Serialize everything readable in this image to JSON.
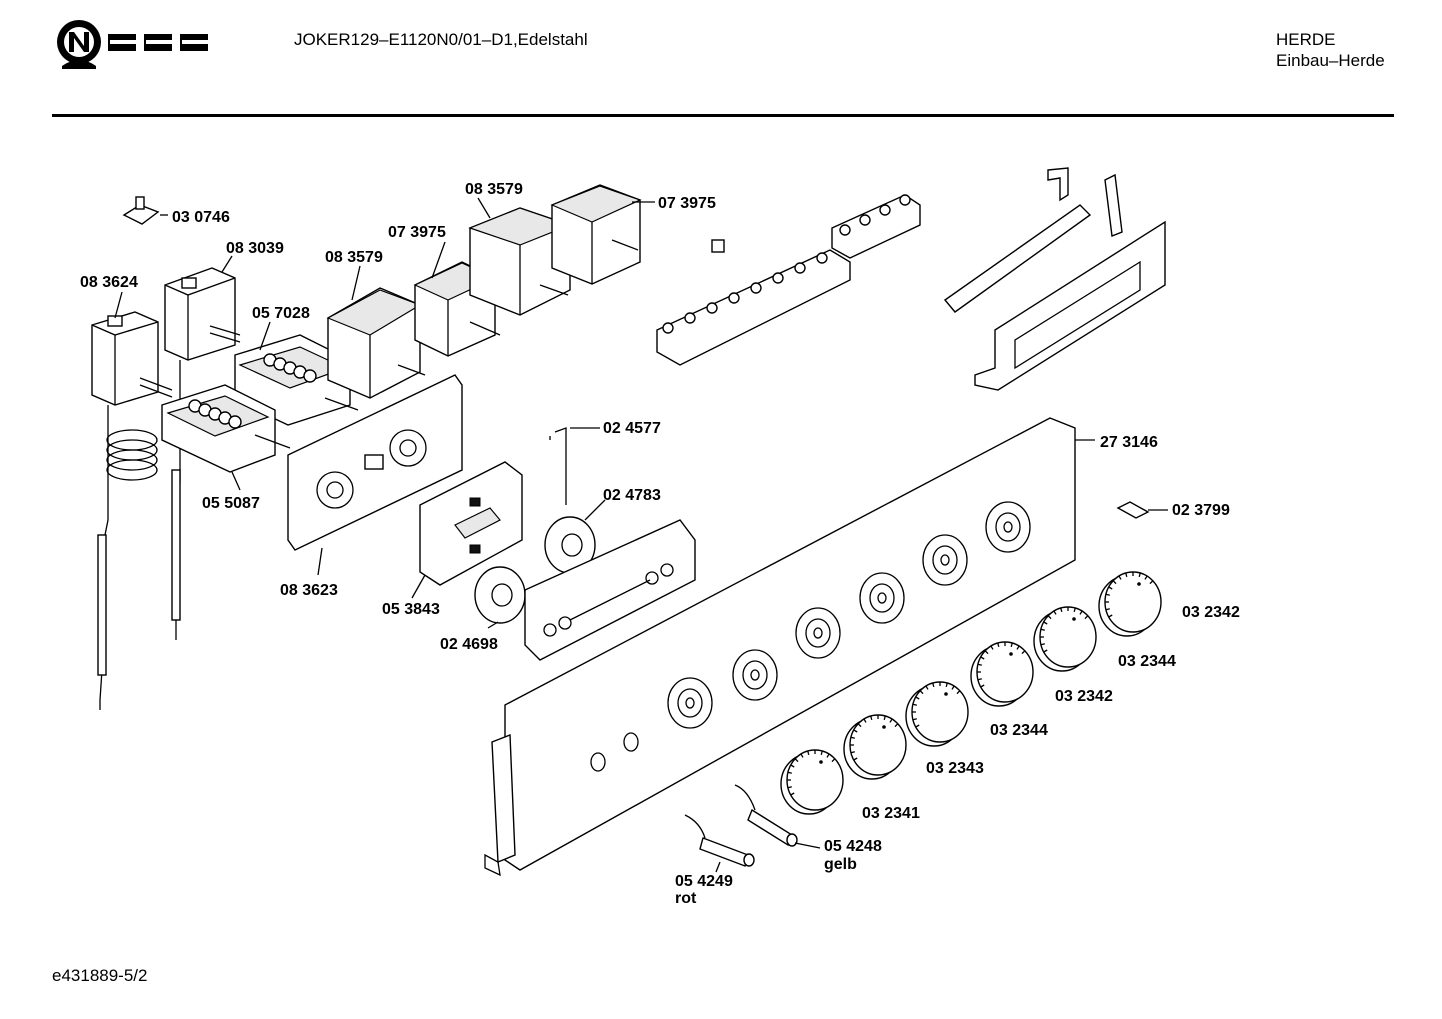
{
  "header": {
    "model": "JOKER129–E1120N0/01–D1,Edelstahl",
    "category": "HERDE",
    "subcategory": "Einbau–Herde"
  },
  "footer": {
    "doc_id": "e431889-5/2"
  },
  "brand": {
    "logo_text": "NEFF"
  },
  "parts": [
    {
      "id": "p-030746",
      "number": "03 0746"
    },
    {
      "id": "p-083039",
      "number": "08 3039"
    },
    {
      "id": "p-083624",
      "number": "08 3624"
    },
    {
      "id": "p-083579a",
      "number": "08 3579"
    },
    {
      "id": "p-073975a",
      "number": "07 3975"
    },
    {
      "id": "p-083579b",
      "number": "08 3579"
    },
    {
      "id": "p-073975b",
      "number": "07 3975"
    },
    {
      "id": "p-057028",
      "number": "05 7028"
    },
    {
      "id": "p-055087",
      "number": "05 5087"
    },
    {
      "id": "p-083623",
      "number": "08 3623"
    },
    {
      "id": "p-053843",
      "number": "05 3843"
    },
    {
      "id": "p-024577",
      "number": "02 4577"
    },
    {
      "id": "p-024783",
      "number": "02 4783"
    },
    {
      "id": "p-024698",
      "number": "02 4698"
    },
    {
      "id": "p-273146",
      "number": "27 3146"
    },
    {
      "id": "p-023799",
      "number": "02 3799"
    },
    {
      "id": "p-032342a",
      "number": "03 2342"
    },
    {
      "id": "p-032344a",
      "number": "03 2344"
    },
    {
      "id": "p-032342b",
      "number": "03 2342"
    },
    {
      "id": "p-032344b",
      "number": "03 2344"
    },
    {
      "id": "p-032343",
      "number": "03 2343"
    },
    {
      "id": "p-032341",
      "number": "03 2341"
    },
    {
      "id": "p-054248",
      "number": "05 4248",
      "note": "gelb"
    },
    {
      "id": "p-054249",
      "number": "05 4249",
      "note": "rot"
    }
  ]
}
